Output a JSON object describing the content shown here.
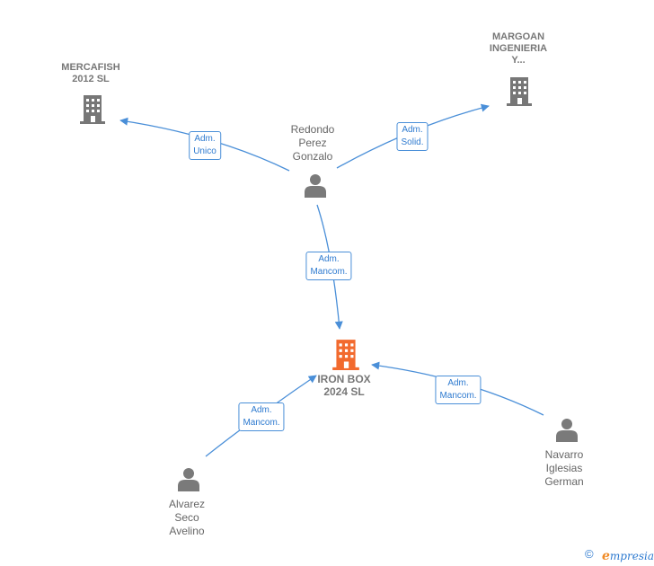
{
  "nodes": {
    "mercafish": {
      "name": "MERCAFISH\n2012 SL",
      "kind": "company"
    },
    "margoan": {
      "name": "MARGOAN\nINGENIERIA\nY...",
      "kind": "company"
    },
    "ironbox": {
      "name": "IRON BOX\n2024  SL",
      "kind": "company-focus"
    },
    "redondo": {
      "name": "Redondo\nPerez\nGonzalo",
      "kind": "person"
    },
    "navarro": {
      "name": "Navarro\nIglesias\nGerman",
      "kind": "person"
    },
    "alvarez": {
      "name": "Alvarez\nSeco\nAvelino",
      "kind": "person"
    }
  },
  "edges": {
    "redondo_mercafish": "Adm.\nUnico",
    "redondo_margoan": "Adm.\nSolid.",
    "redondo_ironbox": "Adm.\nMancom.",
    "navarro_ironbox": "Adm.\nMancom.",
    "alvarez_ironbox": "Adm.\nMancom."
  },
  "footer": {
    "copyright_symbol": "©",
    "brand_first": "e",
    "brand_rest": "mpresia"
  },
  "colors": {
    "edge": "#4a8fd8",
    "company_icon": "#777777",
    "focus_icon": "#f26a2e",
    "person_icon": "#7a7a7a"
  }
}
